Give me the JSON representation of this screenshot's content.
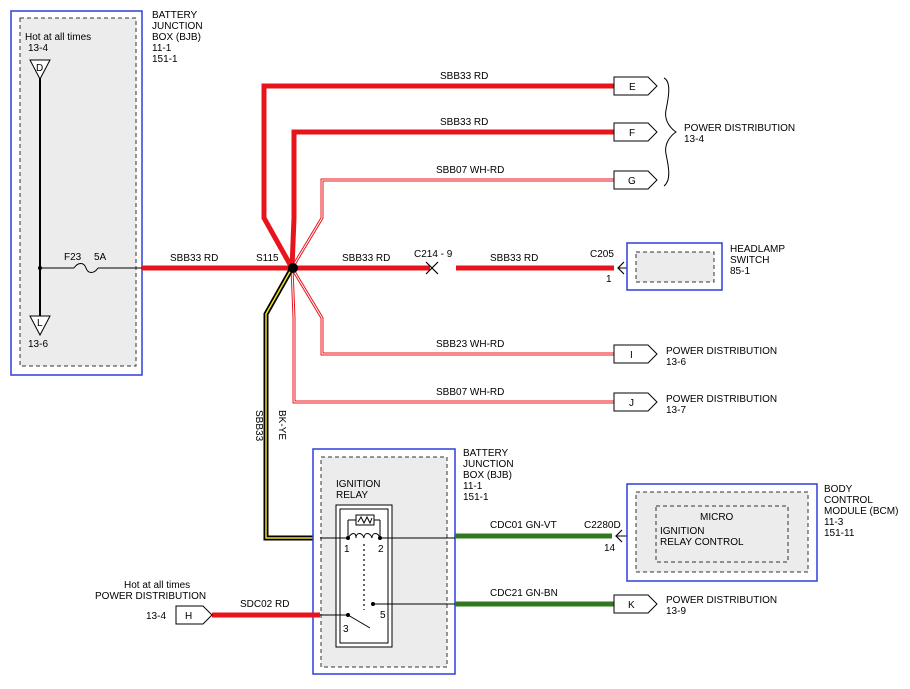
{
  "bjb_top": {
    "hot": "Hot at all times",
    "ref_top": "13-4",
    "conn_top": "D",
    "fuse": "F23",
    "fuse_amp": "5A",
    "conn_bottom": "L",
    "ref_bottom": "13-6",
    "label": [
      "BATTERY",
      "JUNCTION",
      "BOX (BJB)",
      "11-1",
      "151-1"
    ]
  },
  "splice": {
    "name": "S115"
  },
  "wires": {
    "w_main": "SBB33  RD",
    "w_e": "SBB33  RD",
    "w_f": "SBB33  RD",
    "w_g": "SBB07  WH-RD",
    "w_hl": "SBB33  RD",
    "w_hl2": "SBB33  RD",
    "w_i": "SBB23  WH-RD",
    "w_j": "SBB07  WH-RD",
    "w_down_a": "SBB33",
    "w_down_b": "BK-YE",
    "w_cdc01": "CDC01  GN-VT",
    "w_cdc21": "CDC21  GN-BN",
    "w_sdc02": "SDC02  RD"
  },
  "connectors": {
    "c214": "C214  -  9",
    "c205": "C205",
    "c205_pin": "1",
    "c2280": "C2280D",
    "c2280_pin": "14",
    "e": "E",
    "f": "F",
    "g": "G",
    "i": "I",
    "j": "J",
    "k": "K",
    "h": "H",
    "h_ref": "13-4"
  },
  "power_distribution": {
    "efg": "POWER DISTRIBUTION",
    "efg_ref": "13-4",
    "i": "POWER DISTRIBUTION",
    "i_ref": "13-6",
    "j": "POWER DISTRIBUTION",
    "j_ref": "13-7",
    "k": "POWER DISTRIBUTION",
    "k_ref": "13-9",
    "h_hot": "Hot at all times",
    "h_pd": "POWER DISTRIBUTION"
  },
  "headlamp": {
    "label": [
      "HEADLAMP",
      "SWITCH",
      "85-1"
    ]
  },
  "relay": {
    "title": [
      "IGNITION",
      "RELAY"
    ],
    "pin1": "1",
    "pin2": "2",
    "pin3": "3",
    "pin5": "5"
  },
  "bjb_bottom": {
    "label": [
      "BATTERY",
      "JUNCTION",
      "BOX (BJB)",
      "11-1",
      "151-1"
    ]
  },
  "bcm": {
    "label": [
      "BODY",
      "CONTROL",
      "MODULE (BCM)",
      "11-3",
      "151-11"
    ],
    "micro": "MICRO",
    "ctrl": [
      "IGNITION",
      "RELAY CONTROL"
    ]
  },
  "colors": {
    "red": "#e8141c",
    "green": "#2f7a1e",
    "yellow": "#f0e020",
    "border_blue": "#2f3fd8",
    "box_fill": "#ececec"
  }
}
